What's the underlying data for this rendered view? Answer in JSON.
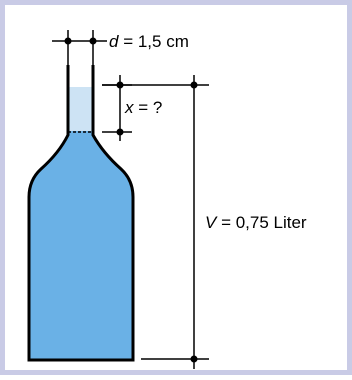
{
  "labels": {
    "diameter_var": "d",
    "diameter_rest": " = 1,5 cm",
    "height_var": "x",
    "height_rest": " = ?",
    "volume_var": "V",
    "volume_rest": " = 0,75 Liter"
  },
  "colors": {
    "liquid": "#6ab1e6",
    "neck_air": "#cde3f4",
    "frame": "#c9cbe6",
    "stroke": "#000000"
  }
}
